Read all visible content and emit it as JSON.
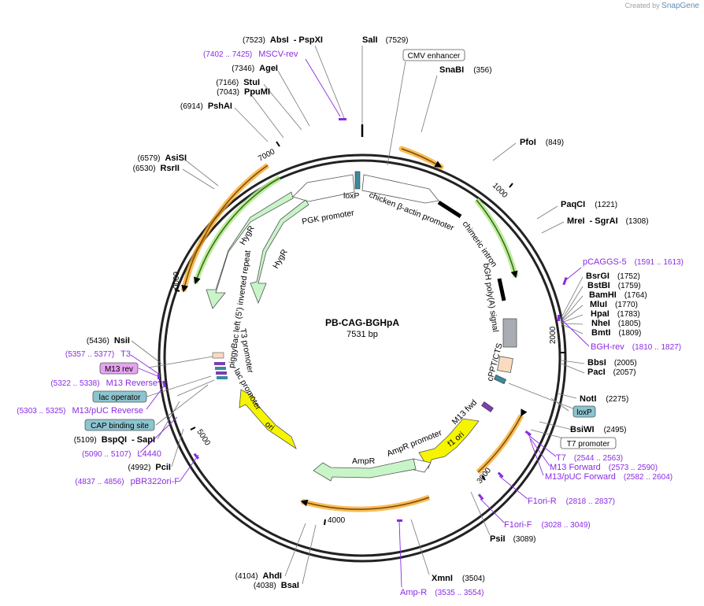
{
  "header": {
    "watermark_prefix": "Created by",
    "watermark_brand": "SnapGene"
  },
  "map": {
    "name": "PB-CAG-BGHpA",
    "length": "7531 bp",
    "ticks": [
      "1000",
      "2000",
      "3000",
      "4000",
      "5000",
      "6000",
      "7000"
    ]
  },
  "sites_right": [
    {
      "name": "SalI",
      "pos": "(7529)"
    },
    {
      "name": "SnaBI",
      "pos": "(356)"
    },
    {
      "name": "PfoI",
      "pos": "(849)"
    },
    {
      "name": "PaqCI",
      "pos": "(1221)"
    },
    {
      "name": "MreI",
      "name2": "SgrAI",
      "pos": "(1308)"
    },
    {
      "name": "BsrGI",
      "pos": "(1752)"
    },
    {
      "name": "BstBI",
      "pos": "(1759)"
    },
    {
      "name": "BamHI",
      "pos": "(1764)"
    },
    {
      "name": "MluI",
      "pos": "(1770)"
    },
    {
      "name": "HpaI",
      "pos": "(1783)"
    },
    {
      "name": "NheI",
      "pos": "(1805)"
    },
    {
      "name": "BmtI",
      "pos": "(1809)"
    },
    {
      "name": "BbsI",
      "pos": "(2005)"
    },
    {
      "name": "PacI",
      "pos": "(2057)"
    },
    {
      "name": "NotI",
      "pos": "(2275)"
    },
    {
      "name": "BsiWI",
      "pos": "(2495)"
    },
    {
      "name": "PsiI",
      "pos": "(3089)"
    },
    {
      "name": "XmnI",
      "pos": "(3504)"
    }
  ],
  "sites_left": [
    {
      "name": "AbsI",
      "name2": "PspXI",
      "pos": "(7523)"
    },
    {
      "name": "AgeI",
      "pos": "(7346)"
    },
    {
      "name": "StuI",
      "pos": "(7166)"
    },
    {
      "name": "PpuMI",
      "pos": "(7043)"
    },
    {
      "name": "PshAI",
      "pos": "(6914)"
    },
    {
      "name": "AsiSI",
      "pos": "(6579)"
    },
    {
      "name": "RsrII",
      "pos": "(6530)"
    },
    {
      "name": "NsiI",
      "pos": "(5436)"
    },
    {
      "name": "BspQI",
      "name2": "SapI",
      "pos": "(5109)"
    },
    {
      "name": "PciI",
      "pos": "(4992)"
    },
    {
      "name": "AhdI",
      "pos": "(4104)"
    },
    {
      "name": "BsaI",
      "pos": "(4038)"
    }
  ],
  "primers": [
    {
      "name": "MSCV-rev",
      "range": "(7402 .. 7425)"
    },
    {
      "name": "pCAGGS-5",
      "range": "(1591 .. 1613)"
    },
    {
      "name": "BGH-rev",
      "range": "(1810 .. 1827)"
    },
    {
      "name": "T7",
      "range": "(2544 .. 2563)"
    },
    {
      "name": "M13 Forward",
      "range": "(2573 .. 2590)"
    },
    {
      "name": "M13/pUC Forward",
      "range": "(2582 .. 2604)"
    },
    {
      "name": "F1ori-R",
      "range": "(2818 .. 2837)"
    },
    {
      "name": "F1ori-F",
      "range": "(3028 .. 3049)"
    },
    {
      "name": "Amp-R",
      "range": "(3535 .. 3554)"
    },
    {
      "name": "T3",
      "range": "(5357 .. 5377)"
    },
    {
      "name": "M13 Reverse",
      "range": "(5322 .. 5338)"
    },
    {
      "name": "M13/pUC Reverse",
      "range": "(5303 .. 5325)"
    },
    {
      "name": "L4440",
      "range": "(5090 .. 5107)"
    },
    {
      "name": "pBR322ori-F",
      "range": "(4837 .. 4856)"
    }
  ],
  "boxed_labels": {
    "cmv_enhancer": "CMV enhancer",
    "loxp": "loxP",
    "t7_promoter": "T7 promoter",
    "m13_rev": "M13 rev",
    "lac_operator": "lac operator",
    "cap_binding_site": "CAP binding site"
  },
  "features": {
    "loxp": "loxP",
    "chicken_actin": "chicken β-actin promoter",
    "pgk": "PGK promoter",
    "chimeric": "chimeric intron",
    "bgh": "bGH poly(A) signal",
    "cppt": "cPPT/CTS",
    "m13fwd": "M13 fwd",
    "f1ori": "f1 ori",
    "ampr_promoter": "AmpR promoter",
    "ampr": "AmpR",
    "ori": "ori",
    "lac_promoter": "lac promoter",
    "t3_promoter": "T3 promoter",
    "pb_left": "piggyBac left (5') inverted repeat",
    "hygr1": "HygR",
    "hygr2": "HygR"
  },
  "colors": {
    "orf_orange": "#f5a623",
    "green_arrow": "#7cc04a",
    "hyg_fill": "#c8f5c8",
    "ori_fill": "#f5f500",
    "primer": "#8a2be2",
    "teal_box": "#8cc4d0",
    "pink_box": "#e5a4f0"
  }
}
